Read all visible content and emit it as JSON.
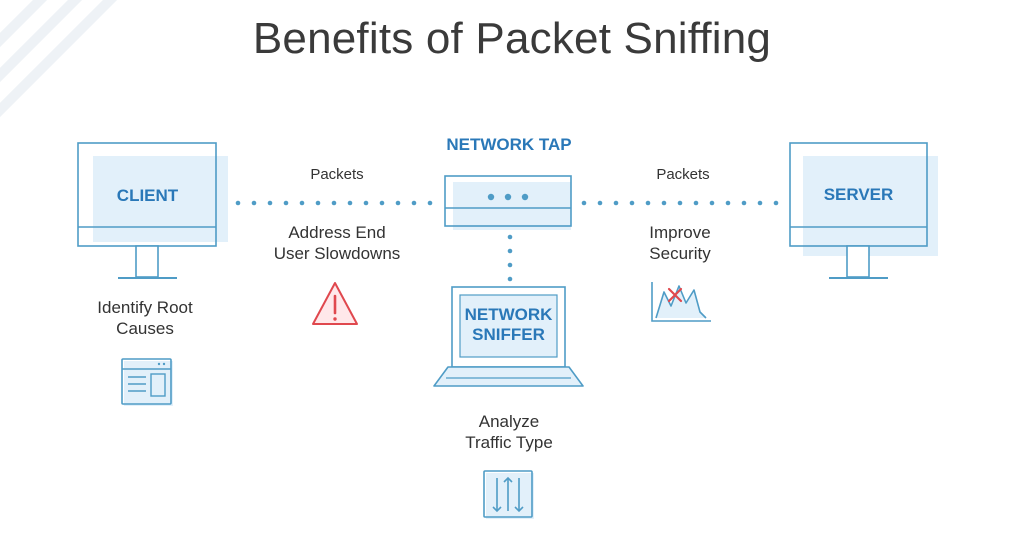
{
  "title": "Benefits of Packet Sniffing",
  "colors": {
    "blue": "#2a78b8",
    "line": "#4f9cc6",
    "panel": "#e2f0fa",
    "warning": "#e0484e",
    "text": "#333333"
  },
  "diagram": {
    "client": {
      "label": "CLIENT",
      "benefit_lines": [
        "Identify Root",
        "Causes"
      ],
      "icon": "browser-window-icon"
    },
    "server": {
      "label": "SERVER"
    },
    "network_tap": {
      "label": "NETWORK TAP"
    },
    "sniffer": {
      "label_lines": [
        "NETWORK",
        "SNIFFER"
      ],
      "benefit_lines": [
        "Analyze",
        "Traffic Type"
      ],
      "icon": "traffic-arrows-icon"
    },
    "left_link": {
      "label": "Packets",
      "benefit_lines": [
        "Address End",
        "User Slowdowns"
      ],
      "icon": "warning-icon"
    },
    "right_link": {
      "label": "Packets",
      "benefit_lines": [
        "Improve",
        "Security"
      ],
      "icon": "security-chart-icon"
    }
  }
}
